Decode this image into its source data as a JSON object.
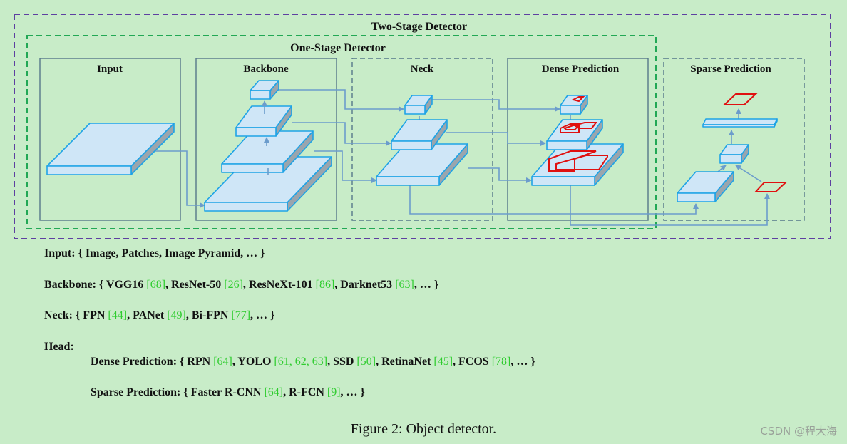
{
  "diagram": {
    "two_stage_label": "Two-Stage Detector",
    "one_stage_label": "One-Stage Detector",
    "boxes": {
      "input": "Input",
      "backbone": "Backbone",
      "neck": "Neck",
      "dense": "Dense Prediction",
      "sparse": "Sparse Prediction"
    },
    "colors": {
      "background": "#c8ecc8",
      "two_stage_border": "#5e3fa0",
      "one_stage_border": "#22a855",
      "block_face": "#cfe6f7",
      "block_edge": "#1ea3e6",
      "block_side": "#9aa5ad",
      "arrow": "#6b9ccc",
      "prediction_box": "#e01010"
    }
  },
  "text": {
    "input_line": {
      "label": "Input: { Image, Patches, Image Pyramid, … }"
    },
    "backbone_line": {
      "label": "Backbone: { ",
      "parts": [
        {
          "name": "VGG16 ",
          "cite": "[68]"
        },
        {
          "name": ", ResNet-50 ",
          "cite": "[26]"
        },
        {
          "name": ", ResNeXt-101 ",
          "cite": "[86]"
        },
        {
          "name": ", Darknet53 ",
          "cite": "[63]"
        }
      ],
      "end": ", … }"
    },
    "neck_line": {
      "label": "Neck: { ",
      "parts": [
        {
          "name": "FPN ",
          "cite": "[44]"
        },
        {
          "name": ", PANet ",
          "cite": "[49]"
        },
        {
          "name": ", Bi-FPN ",
          "cite": "[77]"
        }
      ],
      "end": ", … }"
    },
    "head_label": "Head:",
    "dense_line": {
      "label": "Dense Prediction: { ",
      "parts": [
        {
          "name": "RPN ",
          "cite": "[64]"
        },
        {
          "name": ", YOLO ",
          "cite": "[61, 62, 63]"
        },
        {
          "name": ", SSD ",
          "cite": "[50]"
        },
        {
          "name": ", RetinaNet ",
          "cite": "[45]"
        },
        {
          "name": ", FCOS ",
          "cite": "[78]"
        }
      ],
      "end": ", … }"
    },
    "sparse_line": {
      "label": "Sparse Prediction: { ",
      "parts": [
        {
          "name": "Faster R-CNN ",
          "cite": "[64]"
        },
        {
          "name": ",  R-FCN ",
          "cite": "[9]"
        }
      ],
      "end": ", … }"
    }
  },
  "caption": "Figure 2: Object detector.",
  "watermark": "CSDN @程大海"
}
